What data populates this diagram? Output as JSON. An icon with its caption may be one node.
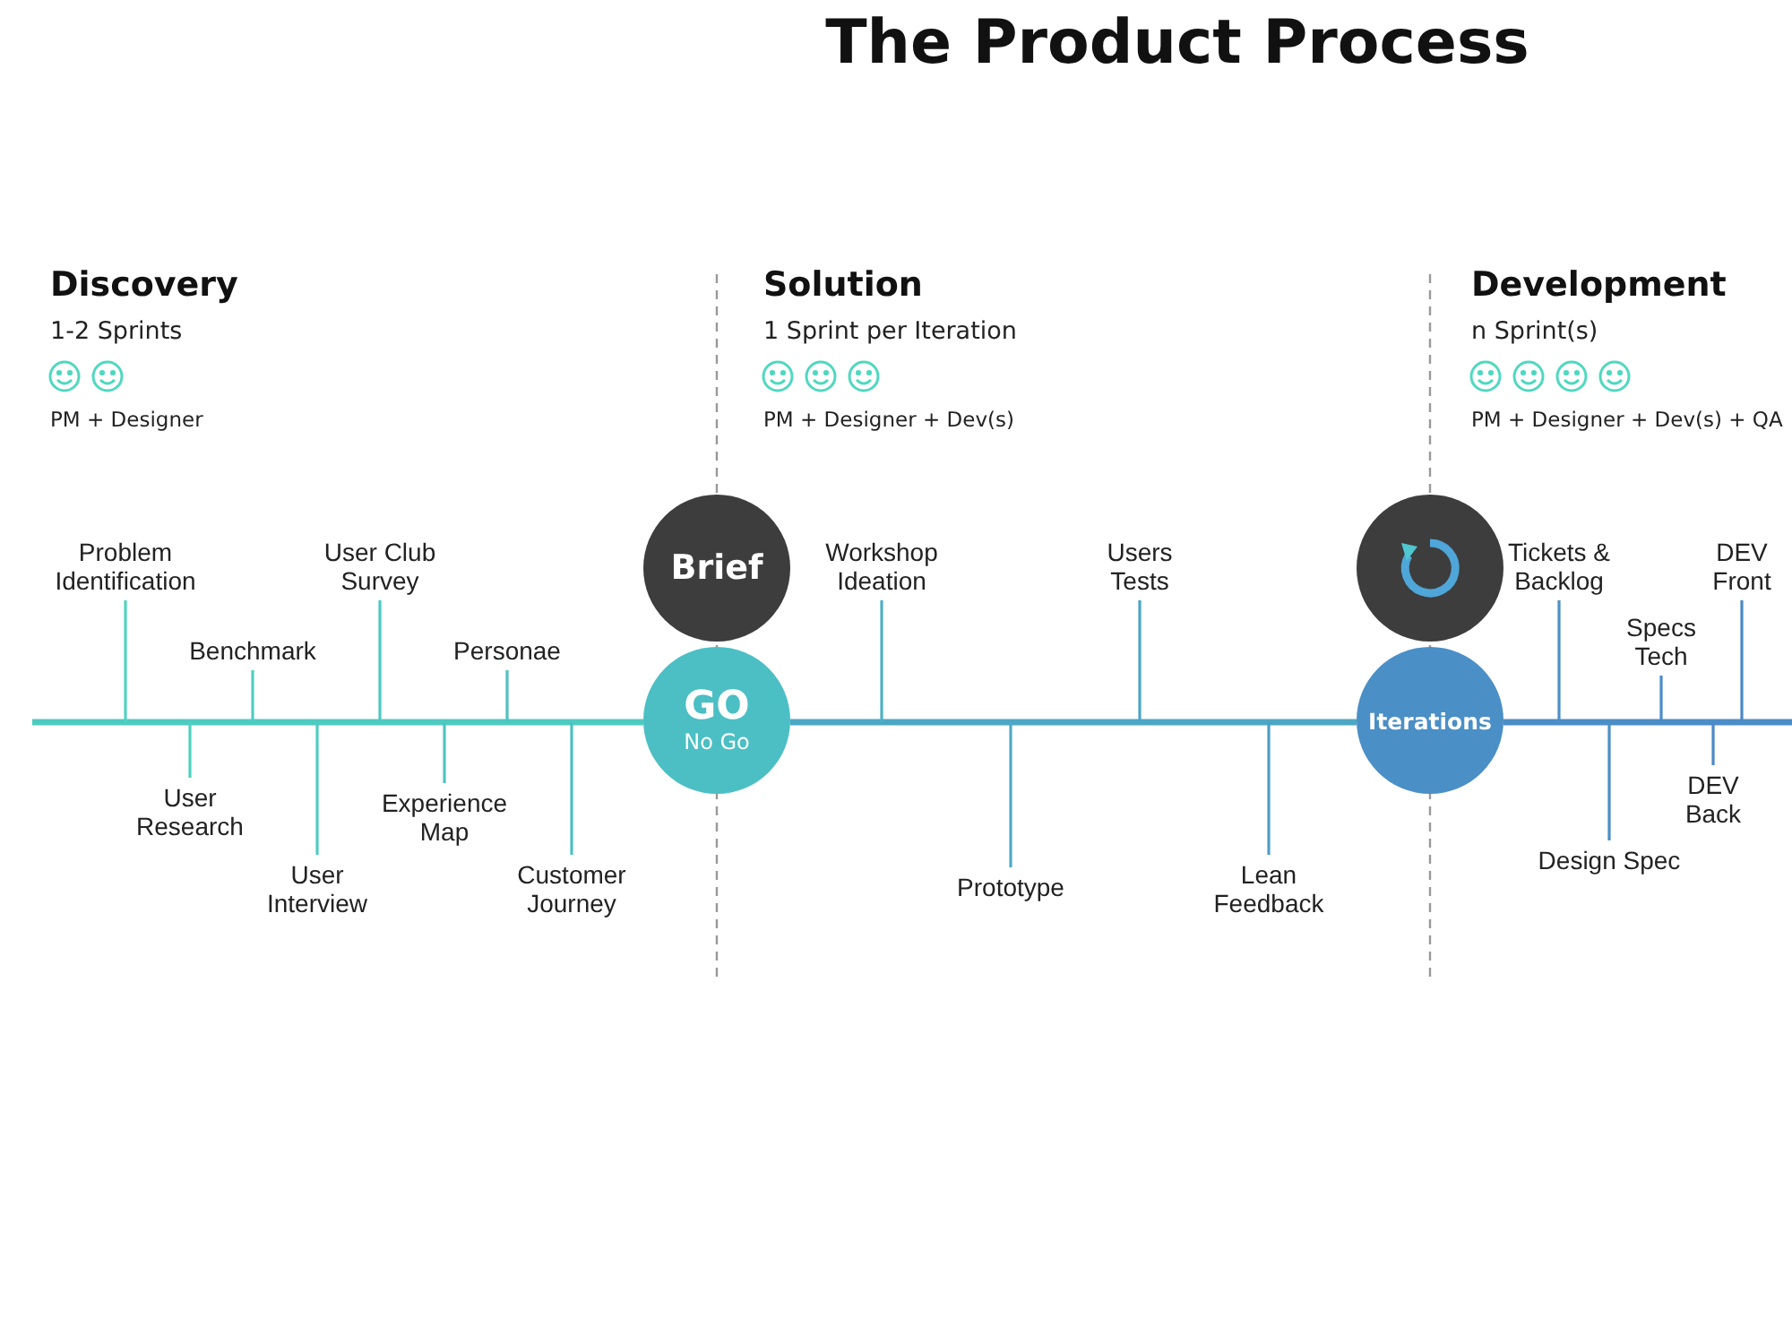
{
  "diagram": {
    "title": "The Product Process",
    "nodes": [
      {
        "text": [
          "Problem Identification"
        ]
      },
      {
        "text": [
          "User Research"
        ]
      },
      {
        "text": [
          "Benchmark"
        ]
      },
      {
        "text": [
          "User Interview"
        ]
      },
      {
        "text": [
          "User Club Survey"
        ]
      },
      {
        "text": [
          "Experience Map"
        ]
      },
      {
        "text": [
          "Personae"
        ]
      },
      {
        "text": [
          "Customer Journey"
        ]
      },
      {
        "text": [
          "Brief"
        ]
      },
      {
        "text": [
          "GO",
          "No Go"
        ]
      },
      {
        "text": [
          "Workshop Ideation"
        ]
      },
      {
        "text": [
          "Prototype"
        ]
      },
      {
        "text": [
          "Users Tests"
        ]
      },
      {
        "text": [
          "Lean Feedback"
        ]
      },
      {
        "text": [],
        "shape": "circle"
      },
      {
        "text": [
          "Iterations"
        ]
      },
      {
        "text": [
          "Tickets & Backlog"
        ]
      },
      {
        "text": [
          "Design Spec"
        ]
      },
      {
        "text": [
          "Specs Tech"
        ]
      },
      {
        "text": [
          "DEV Back"
        ]
      },
      {
        "text": [
          "DEV Front"
        ]
      }
    ],
    "edges": [
      {
        "from": null,
        "to": 9,
        "arrow": "none",
        "style": "thick"
      },
      {
        "from": 9,
        "to": 15,
        "arrow": "none",
        "style": "thick"
      },
      {
        "from": 15,
        "to": null,
        "arrow": "none",
        "style": "thick"
      },
      {
        "from": 0,
        "to": null,
        "arrow": "none"
      },
      {
        "from": 1,
        "to": null,
        "arrow": "none"
      },
      {
        "from": 2,
        "to": null,
        "arrow": "none"
      },
      {
        "from": 3,
        "to": null,
        "arrow": "none"
      },
      {
        "from": 4,
        "to": null,
        "arrow": "none"
      },
      {
        "from": 5,
        "to": null,
        "arrow": "none"
      },
      {
        "from": 6,
        "to": null,
        "arrow": "none"
      },
      {
        "from": 7,
        "to": null,
        "arrow": "none"
      },
      {
        "from": 10,
        "to": null,
        "arrow": "none"
      },
      {
        "from": 11,
        "to": null,
        "arrow": "none"
      },
      {
        "from": 12,
        "to": null,
        "arrow": "none"
      },
      {
        "from": 13,
        "to": null,
        "arrow": "none"
      },
      {
        "from": 16,
        "to": null,
        "arrow": "none"
      },
      {
        "from": 17,
        "to": null,
        "arrow": "none"
      },
      {
        "from": 18,
        "to": null,
        "arrow": "none"
      },
      {
        "from": 19,
        "to": null,
        "arrow": "none"
      },
      {
        "from": 20,
        "to": null,
        "arrow": "none"
      }
    ],
    "labels": [
      "Discovery",
      "1-2 Sprints",
      "PM + Designer",
      "Solution",
      "1 Sprint per Iteration",
      "PM + Designer + Dev(s)",
      "Development",
      "n Sprint(s)",
      "PM + Designer + Dev(s) + QA"
    ]
  }
}
